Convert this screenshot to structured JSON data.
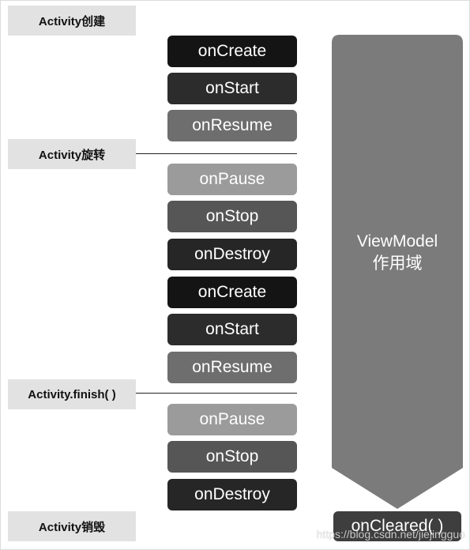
{
  "phases": {
    "create": "Activity创建",
    "rotate": "Activity旋转",
    "finish": "Activity.finish( )",
    "destroy": "Activity销毁"
  },
  "steps": [
    {
      "label": "onCreate",
      "color": "#141414"
    },
    {
      "label": "onStart",
      "color": "#2c2c2c"
    },
    {
      "label": "onResume",
      "color": "#6e6e6e"
    },
    {
      "label": "onPause",
      "color": "#9b9b9b"
    },
    {
      "label": "onStop",
      "color": "#565656"
    },
    {
      "label": "onDestroy",
      "color": "#262626"
    },
    {
      "label": "onCreate",
      "color": "#141414"
    },
    {
      "label": "onStart",
      "color": "#2c2c2c"
    },
    {
      "label": "onResume",
      "color": "#6e6e6e"
    },
    {
      "label": "onPause",
      "color": "#9b9b9b"
    },
    {
      "label": "onStop",
      "color": "#565656"
    },
    {
      "label": "onDestroy",
      "color": "#262626"
    }
  ],
  "scope": {
    "line1": "ViewModel",
    "line2": "作用域",
    "color": "#7b7b7b"
  },
  "cleared": {
    "label": "onCleared( )"
  },
  "watermark": "https://blog.csdn.net/jiejingguo"
}
